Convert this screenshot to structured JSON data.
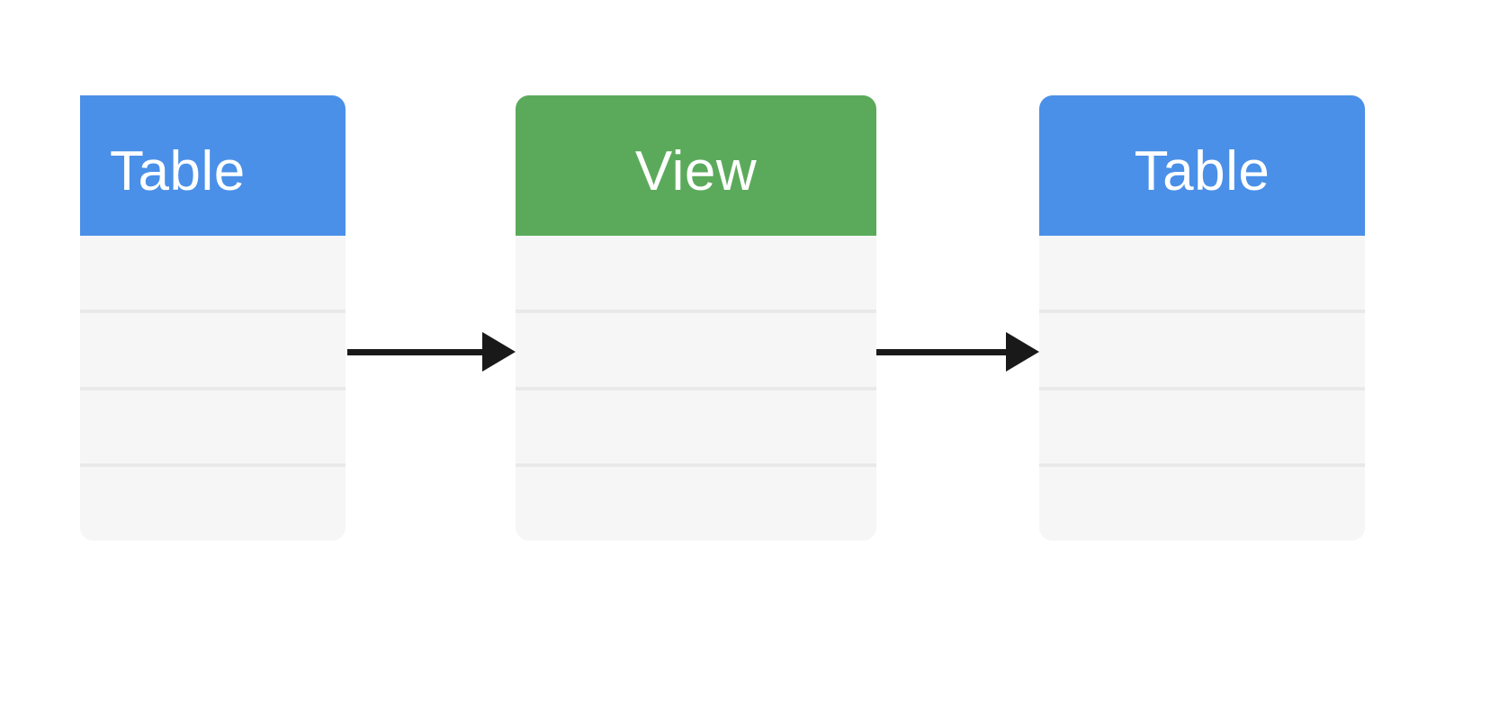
{
  "diagram": {
    "background_color": "#ffffff",
    "arrow_color": "#191919",
    "nodes": [
      {
        "id": "table-source",
        "label": "Table",
        "kind": "table",
        "header_color": "#4a90e8",
        "body_color": "#f6f6f6",
        "divider_color": "#e9e9e9",
        "label_color": "#ffffff",
        "label_align": "left",
        "rows": 4
      },
      {
        "id": "view",
        "label": "View",
        "kind": "view",
        "header_color": "#5baa5b",
        "body_color": "#f6f6f6",
        "divider_color": "#e9e9e9",
        "label_color": "#ffffff",
        "label_align": "center",
        "rows": 4
      },
      {
        "id": "table-target",
        "label": "Table",
        "kind": "table",
        "header_color": "#4a90e8",
        "body_color": "#f6f6f6",
        "divider_color": "#e9e9e9",
        "label_color": "#ffffff",
        "label_align": "center",
        "rows": 4
      }
    ],
    "arrows": [
      {
        "from": "table-source",
        "to": "view",
        "color": "#191919"
      },
      {
        "from": "view",
        "to": "table-target",
        "color": "#191919"
      }
    ]
  }
}
